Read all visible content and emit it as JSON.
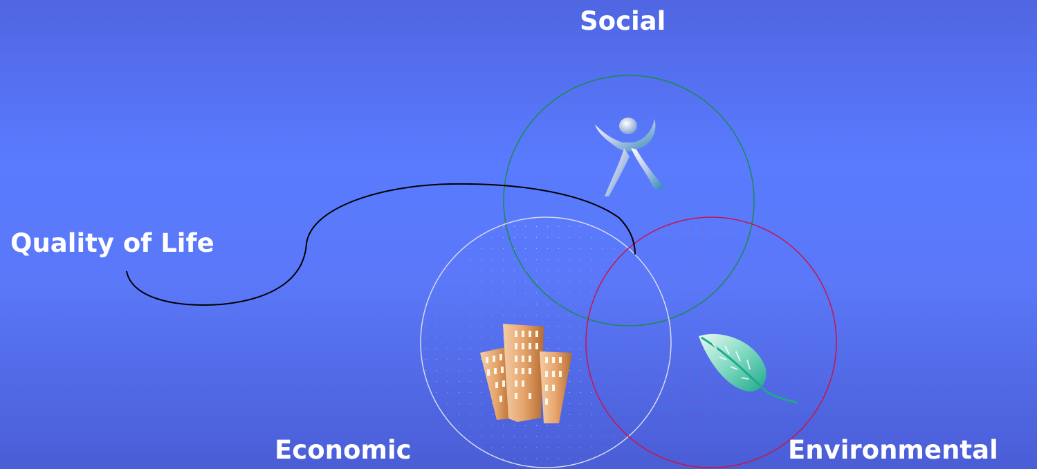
{
  "labels": {
    "social": "Social",
    "quality_of_life": "Quality of Life",
    "economic": "Economic",
    "environmental": "Environmental"
  },
  "circles": [
    {
      "name": "social",
      "color": "#1a8a4a",
      "icon": "person-icon"
    },
    {
      "name": "economic",
      "color": "#d8dcf0",
      "icon": "buildings-icon"
    },
    {
      "name": "environmental",
      "color": "#c8144a",
      "icon": "leaf-icon"
    }
  ],
  "colors": {
    "background": "#5a78f8",
    "text": "#ffffff",
    "connector": "#000000"
  }
}
